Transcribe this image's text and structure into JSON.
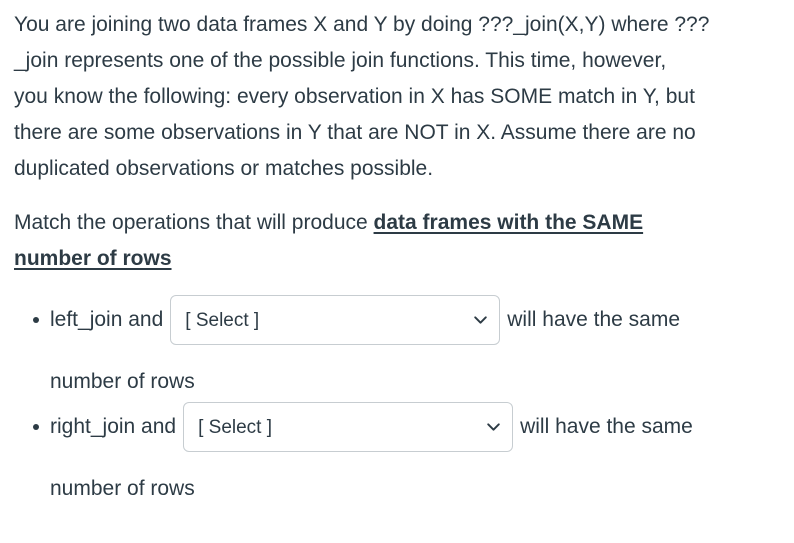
{
  "colors": {
    "text": "#2D3B45",
    "select_border": "#C7CDD1",
    "select_background": "#FFFFFF"
  },
  "icons": {
    "select_chevron": "chevron-down"
  },
  "question": {
    "paragraph_lines": [
      "You are joining two data frames X and Y by doing ???_join(X,Y) where ???",
      "_join represents one of the possible join functions. This time, however,",
      "you know the following: every observation in X has SOME match in Y, but",
      "there are some observations in Y that are NOT in X. Assume there are no",
      "duplicated observations or matches possible."
    ],
    "prompt": {
      "prefix": "Match the operations that will produce ",
      "emphasis_line1": "data frames with the SAME",
      "emphasis_line2": "number of rows"
    },
    "items": [
      {
        "label": "left_join and",
        "select_value": "[ Select ]",
        "suffix": "will have the same",
        "continuation": "number of rows"
      },
      {
        "label": "right_join and",
        "select_value": "[ Select ]",
        "suffix": "will have the same",
        "continuation": "number of rows"
      }
    ]
  }
}
